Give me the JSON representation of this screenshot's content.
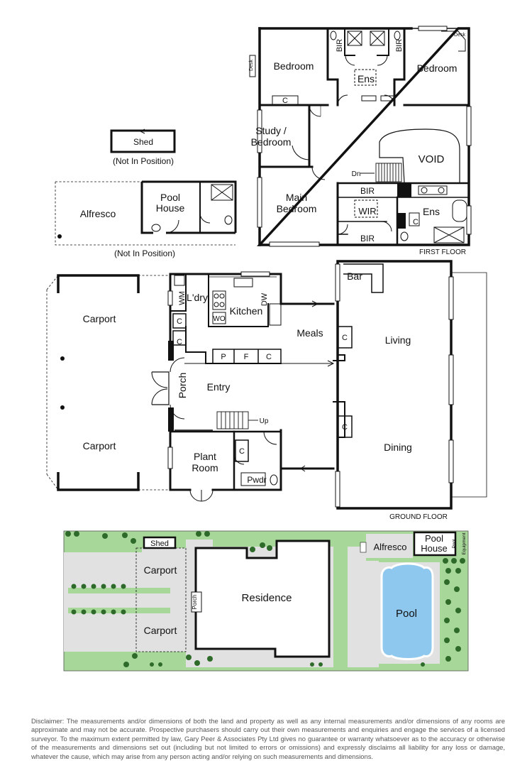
{
  "first_floor": {
    "caption": "FIRST FLOOR",
    "rooms": {
      "bedroom_1": "Bedroom",
      "bedroom_2": "Bedroom",
      "ensuite_1": "Ens",
      "study_line1": "Study /",
      "study_line2": "Bedroom",
      "void": "VOID",
      "main_bedroom_line1": "Main",
      "main_bedroom_line2": "Bedroom",
      "wir": "WIR",
      "ensuite_2": "Ens"
    },
    "fixtures": {
      "bir_left": "BIR",
      "bir_right": "BIR",
      "bir_upper": "BIR",
      "bir_lower": "BIR",
      "desk_left": "Desk",
      "desk_right": "Desk",
      "cupboard_1": "C",
      "cupboard_2": "C",
      "down": "Dn"
    }
  },
  "outbuildings": {
    "shed": "Shed",
    "shed_note": "(Not In Position)",
    "alfresco": "Alfresco",
    "pool_house_line1": "Pool",
    "pool_house_line2": "House",
    "pool_house_note": "(Not In Position)"
  },
  "ground_floor": {
    "caption": "GROUND FLOOR",
    "rooms": {
      "carport_upper": "Carport",
      "carport_lower": "Carport",
      "laundry": "L'dry",
      "kitchen": "Kitchen",
      "meals": "Meals",
      "bar": "Bar",
      "living": "Living",
      "dining": "Dining",
      "porch": "Porch",
      "entry": "Entry",
      "plant_room_line1": "Plant",
      "plant_room_line2": "Room",
      "powder": "Pwdr"
    },
    "fixtures": {
      "wm": "WM",
      "dw": "DW",
      "wo": "WO",
      "c_laundry_1": "C",
      "c_laundry_2": "C",
      "pantry": "P",
      "fridge": "F",
      "c_hall": "C",
      "c_living_1": "C",
      "c_living_2": "C",
      "c_plant": "C",
      "up": "Up"
    }
  },
  "site_plan": {
    "shed": "Shed",
    "carport_upper": "Carport",
    "carport_lower": "Carport",
    "porch": "Porch",
    "residence": "Residence",
    "alfresco": "Alfresco",
    "pool_house_line1": "Pool",
    "pool_house_line2": "House",
    "pool_equipment_line1": "Pool",
    "pool_equipment_line2": "Equipment",
    "pool": "Pool"
  },
  "disclaimer": "Disclaimer: The measurements and/or dimensions of both the land and property as well as any internal measurements and/or dimensions of any rooms are approximate and may not be accurate. Prospective purchasers should carry out their own measurements and enquiries and engage the services of a licensed surveyor. To the maximum extent permitted by law, Gary Peer & Associates Pty Ltd gives no guarantee or warranty whatsoever as to the accuracy or otherwise of the measurements and dimensions set out (including but not limited to errors or omissions) and expressly disclaims all liability for any loss or damage, whatever the cause, which may arise from any person acting and/or relying on such measurements and dimensions.",
  "colors": {
    "wall": "#111111",
    "lawn": "#a8d79a",
    "paving": "#e1e1e1",
    "pool_water": "#8fc8ee",
    "shrub": "#2e6b2a"
  }
}
